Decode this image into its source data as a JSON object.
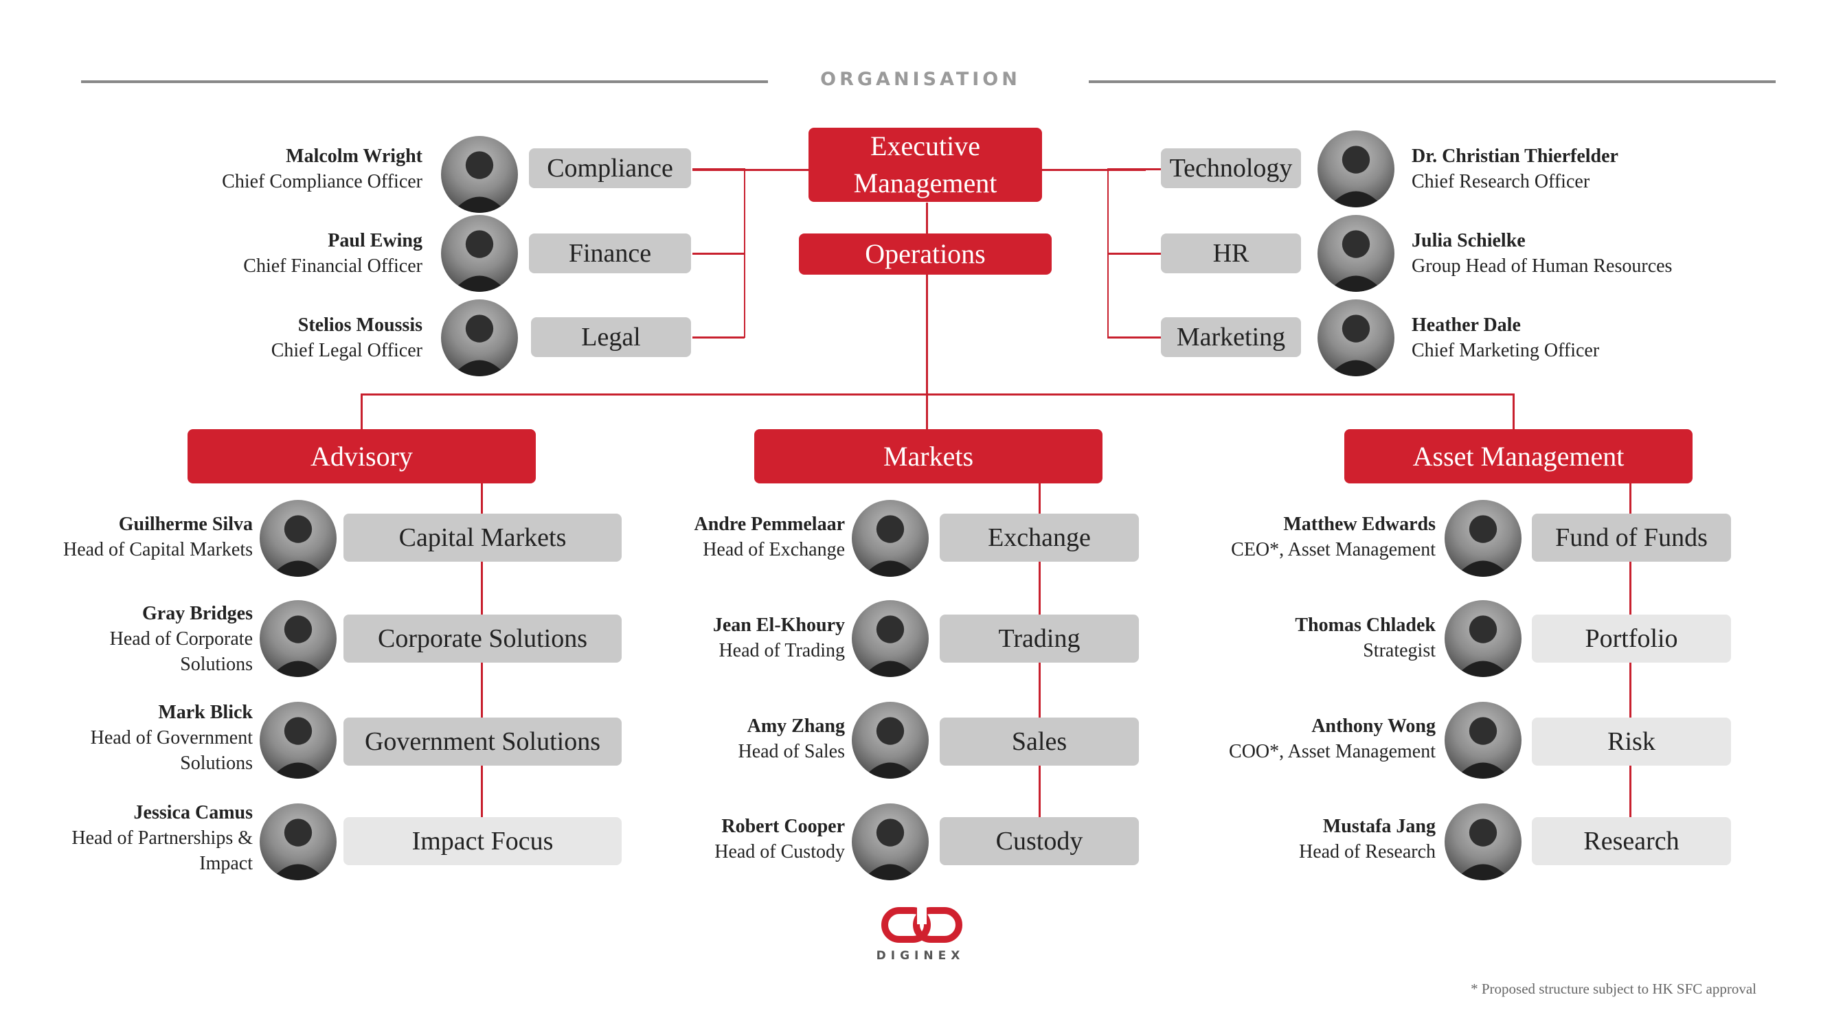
{
  "header": {
    "title": "ORGANISATION"
  },
  "top": {
    "executive": "Executive Management",
    "operations": "Operations",
    "left_units": [
      {
        "label": "Compliance",
        "name": "Malcolm Wright",
        "title": "Chief Compliance Officer"
      },
      {
        "label": "Finance",
        "name": "Paul Ewing",
        "title": "Chief Financial Officer"
      },
      {
        "label": "Legal",
        "name": "Stelios Moussis",
        "title": "Chief Legal Officer"
      }
    ],
    "right_units": [
      {
        "label": "Technology",
        "name": "Dr. Christian Thierfelder",
        "title": "Chief Research Officer"
      },
      {
        "label": "HR",
        "name": "Julia Schielke",
        "title": "Group Head of Human Resources"
      },
      {
        "label": "Marketing",
        "name": "Heather Dale",
        "title": "Chief Marketing Officer"
      }
    ]
  },
  "divisions": [
    {
      "label": "Advisory",
      "units": [
        {
          "label": "Capital Markets",
          "name": "Guilherme Silva",
          "title": "Head of Capital Markets"
        },
        {
          "label": "Corporate Solutions",
          "name": "Gray Bridges",
          "title": "Head of Corporate Solutions"
        },
        {
          "label": "Government Solutions",
          "name": "Mark Blick",
          "title": "Head of Government Solutions"
        },
        {
          "label": "Impact Focus",
          "name": "Jessica Camus",
          "title": "Head of Partnerships & Impact"
        }
      ]
    },
    {
      "label": "Markets",
      "units": [
        {
          "label": "Exchange",
          "name": "Andre Pemmelaar",
          "title": "Head of Exchange"
        },
        {
          "label": "Trading",
          "name": "Jean El-Khoury",
          "title": "Head of Trading"
        },
        {
          "label": "Sales",
          "name": "Amy Zhang",
          "title": "Head of Sales"
        },
        {
          "label": "Custody",
          "name": "Robert Cooper",
          "title": "Head of Custody"
        }
      ]
    },
    {
      "label": "Asset Management",
      "units": [
        {
          "label": "Fund of Funds",
          "name": "Matthew Edwards",
          "title": "CEO*, Asset Management"
        },
        {
          "label": "Portfolio",
          "name": "Thomas Chladek",
          "title": "Strategist"
        },
        {
          "label": "Risk",
          "name": "Anthony Wong",
          "title": "COO*, Asset Management"
        },
        {
          "label": "Research",
          "name": "Mustafa Jang",
          "title": "Head of Research"
        }
      ]
    }
  ],
  "logo": {
    "text": "DIGINEX",
    "color": "#d0202e"
  },
  "footnote": "* Proposed structure subject to HK SFC approval",
  "colors": {
    "red": "#d0202e",
    "grey_dark": "#c9c9c9",
    "grey_light": "#e7e7e7",
    "line": "#888888"
  }
}
